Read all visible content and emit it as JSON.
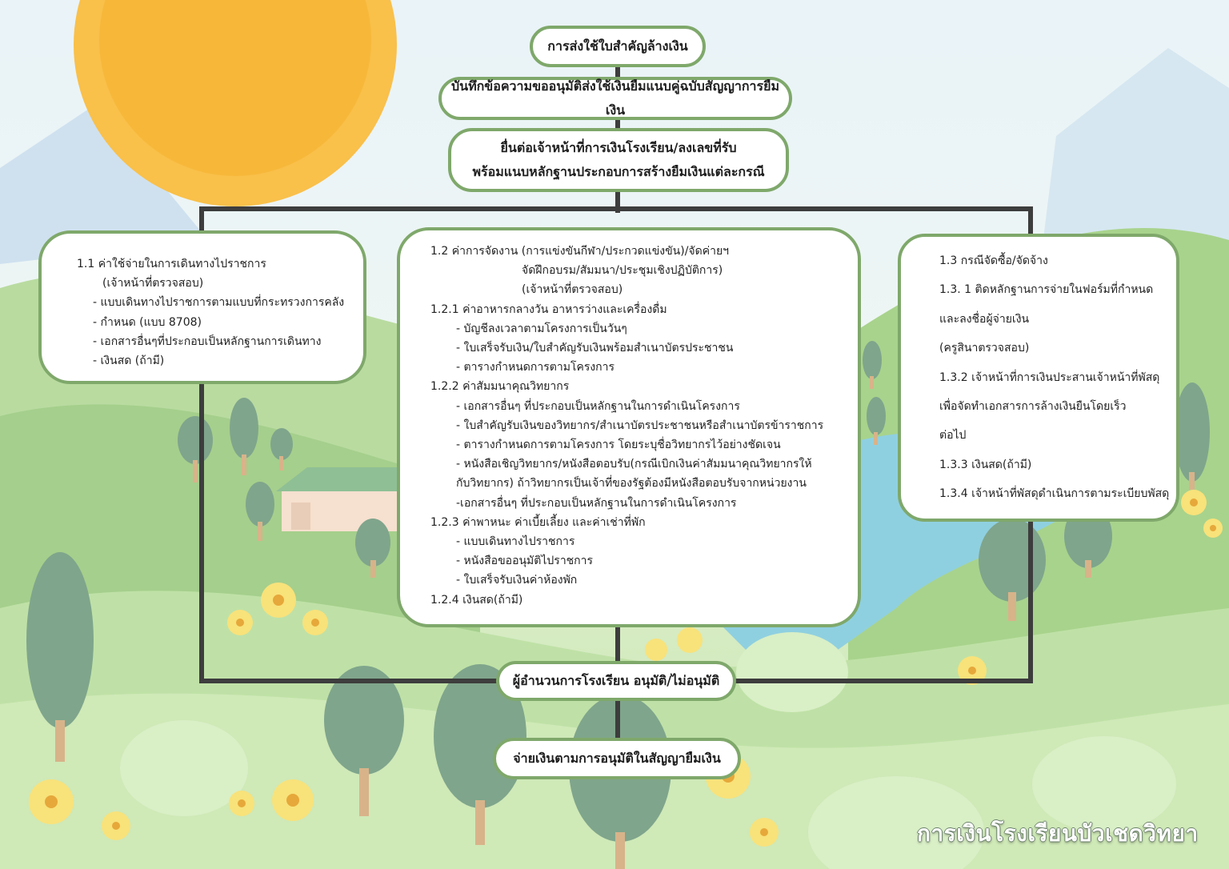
{
  "flow": {
    "step1": "การส่งใช้ใบสำคัญล้างเงิน",
    "step2": "บันทึกข้อความขออนุมัติส่งใช้เงินยืมแนบคู่ฉบับสัญญาการยืมเงิน",
    "step3_line1": "ยื่นต่อเจ้าหน้าที่การเงินโรงเรียน/ลงเลขที่รับ",
    "step3_line2": "พร้อมแนบหลักฐานประกอบการสร้างยืมเงินแต่ละกรณี",
    "approval": "ผู้อำนวนการโรงเรียน อนุมัติ/ไม่อนุมัติ",
    "payment": "จ่ายเงินตามการอนุมัติในสัญญายืมเงิน"
  },
  "case_1_1": {
    "lines": [
      "1.1  ค่าใช้จ่ายในการเดินทางไปราชการ",
      "(เจ้าหน้าที่ตรวจสอบ)",
      "- แบบเดินทางไปราชการตามแบบที่กระทรวงการคลัง",
      "- กำหนด (แบบ 8708)",
      "- เอกสารอื่นๆที่ประกอบเป็นหลักฐานการเดินทาง",
      "- เงินสด (ถ้ามี)"
    ]
  },
  "case_1_2": {
    "lines": [
      "1.2 ค่าการจัดงาน   (การแข่งขันกีฬา/ประกวดแข่งขัน)/จัดค่ายฯ",
      "จัดฝึกอบรม/สัมมนา/ประชุมเชิงปฏิบัติการ)",
      "(เจ้าหน้าที่ตรวจสอบ)",
      "1.2.1 ค่าอาหารกลางวัน อาหารว่างและเครื่องดื่ม",
      "- บัญชีลงเวลาตามโครงการเป็นวันๆ",
      "- ใบเสร็จรับเงิน/ใบสำคัญรับเงินพร้อมสำเนาบัตรประชาชน",
      "- ตารางกำหนดการตามโครงการ",
      "1.2.2 ค่าสัมมนาคุณวิทยากร",
      "- เอกสารอื่นๆ ที่ประกอบเป็นหลักฐานในการดำเนินโครงการ",
      "- ใบสำคัญรับเงินของวิทยากร/สำเนาบัตรประชาชนหรือสำเนาบัตรข้าราชการ",
      "- ตารางกำหนดการตามโครงการ โดยระบุชื่อวิทยากรไว้อย่างชัดเจน",
      "- หนังสือเชิญวิทยากร/หนังสือตอบรับ(กรณีเบิกเงินค่าสัมมนาคุณวิทยากรให้",
      "กับวิทยากร) ถ้าวิทยากรเป็นเจ้าที่ของรัฐต้องมีหนังสือตอบรับจากหน่วยงาน",
      "-เอกสารอื่นๆ ที่ประกอบเป็นหลักฐานในการดำเนินโครงการ",
      "1.2.3 ค่าพาหนะ ค่าเบี้ยเลี้ยง และค่าเช่าที่พัก",
      "- แบบเดินทางไปราชการ",
      "- หนังสือขออนุมัติไปราชการ",
      "- ใบเสร็จรับเงินค่าห้องพัก",
      "1.2.4 เงินสด(ถ้ามี)"
    ]
  },
  "case_1_3": {
    "lines": [
      "1.3 กรณีจัดซื้อ/จัดจ้าง",
      "1.3. 1 ติดหลักฐานการจ่ายในฟอร์มที่กำหนด",
      "และลงชื่อผู้จ่ายเงิน",
      "(ครูสินาตรวจสอบ)",
      "1.3.2 เจ้าหน้าที่การเงินประสานเจ้าหน้าที่พัสดุ",
      "เพื่อจัดทำเอกสารการล้างเงินยืนโดยเร็ว",
      "ต่อไป",
      "1.3.3 เงินสด(ถ้ามี)",
      "1.3.4 เจ้าหน้าที่พัสดุดำเนินการตามระเบียบพัสดุ"
    ]
  },
  "brand": "การเงินโรงเรียนบัวเชดวิทยา",
  "colors": {
    "node_border": "#7fa86b",
    "connector": "#3d3d3d",
    "sun": "#f7b83a"
  }
}
